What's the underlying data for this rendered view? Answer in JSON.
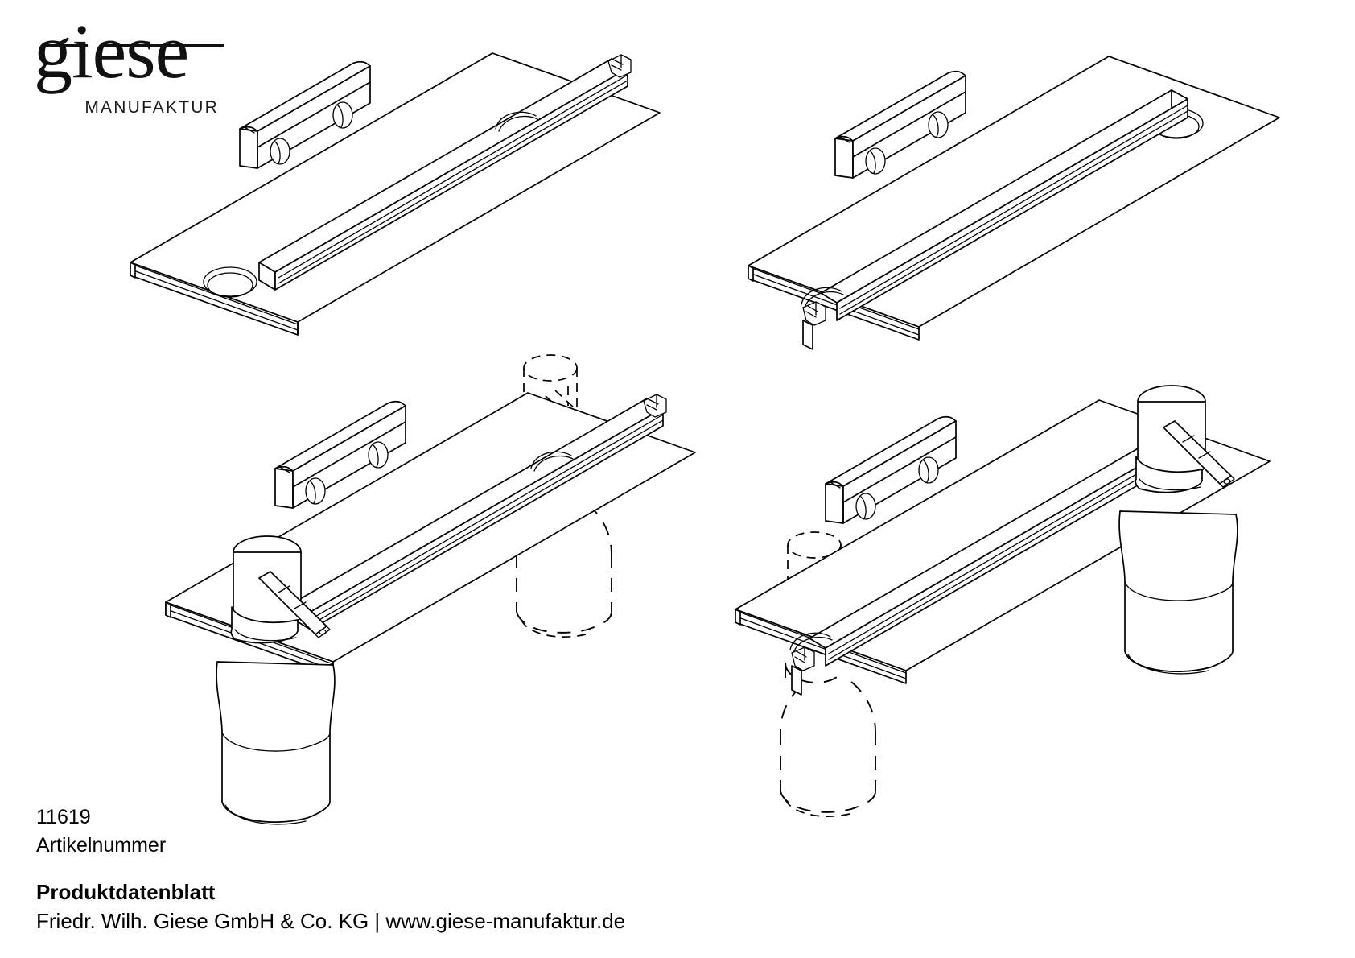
{
  "document": {
    "type": "Produktdatenblatt",
    "background_color": "#ffffff",
    "line_color": "#000000"
  },
  "logo": {
    "wordmark": "giese",
    "subtitle": "MANUFAKTUR",
    "rule_color": "#111111"
  },
  "article": {
    "number": "11619",
    "label": "Artikelnummer"
  },
  "footer": {
    "title": "Produktdatenblatt",
    "company": "Friedr. Wilh. Giese GmbH & Co. KG | www.giese-manufaktur.de"
  },
  "views": [
    {
      "id": "top-left",
      "name": "shelf-rail-right-hole-left",
      "description": "Isometrische Ansicht: Ablageplatte mit Reling an der hinteren Kante, Wandhalter mit zwei Schrauben, Bohrung vorne links, Ausschnitt rechts",
      "mirrored": false,
      "dispenser_shown": false,
      "ghost_dispenser_shown": false
    },
    {
      "id": "top-right",
      "name": "shelf-rail-front-hole-right",
      "description": "Gespiegelte isometrische Ansicht: Ablageplatte mit Reling an der vorderen Kante, Wandhalter mit zwei Schrauben, Bohrung hinten rechts, Ausschnitt vorne links",
      "mirrored": true,
      "dispenser_shown": false,
      "ghost_dispenser_shown": false
    },
    {
      "id": "bottom-left",
      "name": "shelf-with-dispenser-left",
      "description": "Ablageplatte mit montiertem Seifenspender links und gestrichelt dargestellter alternativer Spenderposition rechts",
      "mirrored": false,
      "dispenser_shown": true,
      "ghost_dispenser_shown": true
    },
    {
      "id": "bottom-right",
      "name": "shelf-with-dispenser-right",
      "description": "Gespiegelte Ablageplatte mit montiertem Seifenspender rechts und gestrichelt dargestellter alternativer Spenderposition links",
      "mirrored": true,
      "dispenser_shown": true,
      "ghost_dispenser_shown": true
    }
  ],
  "components": {
    "shelf_plate": "Ablageplatte",
    "rail": "Reling",
    "wall_bracket": "Wandhalter",
    "screws_count": 2,
    "through_hole": "Bohrung",
    "dispenser_pump": "Pumpkopf",
    "dispenser_bottle": "Spenderflasche"
  }
}
